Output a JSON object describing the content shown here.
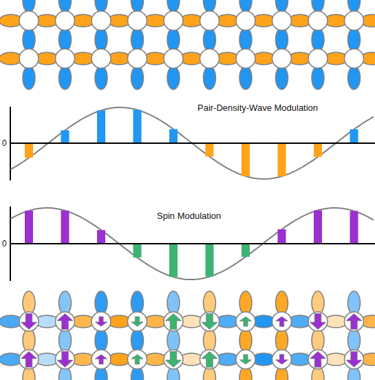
{
  "diagram": {
    "labels": [
      "Pair-Density-Wave Modulation",
      "0",
      "Spin Modulation",
      "0"
    ]
  }
}
